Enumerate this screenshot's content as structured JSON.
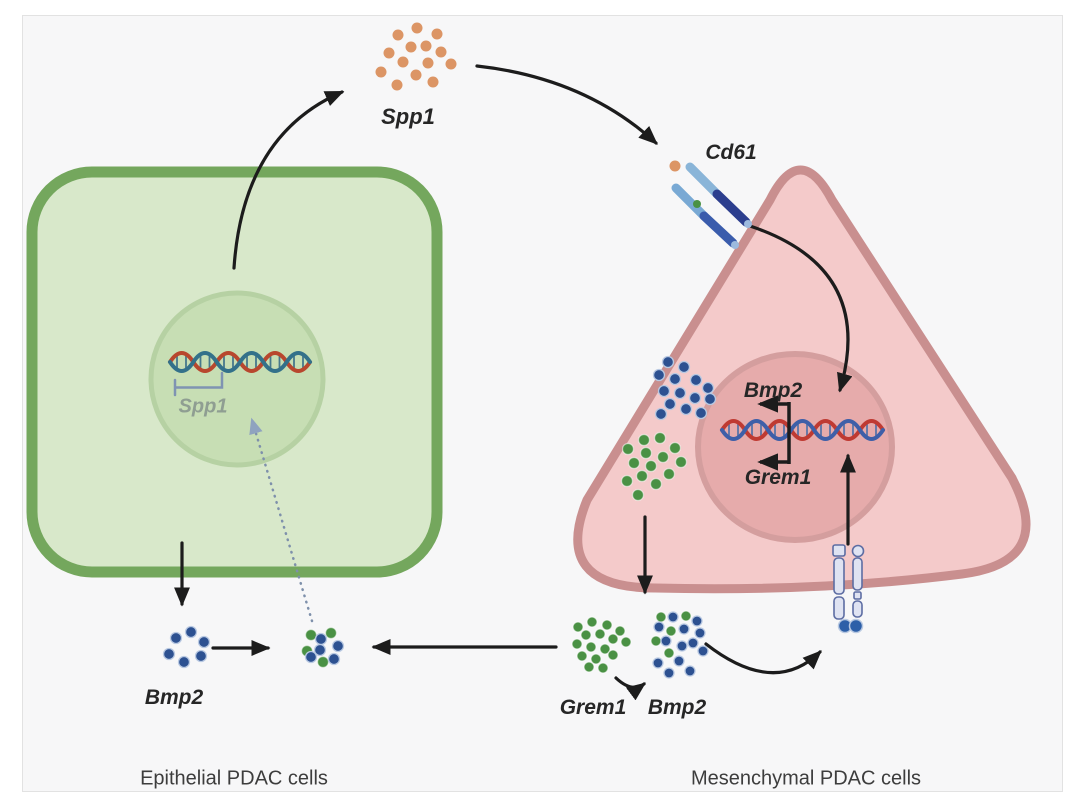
{
  "figure": {
    "cells": {
      "epithelial": {
        "label": "Epithelial PDAC cells",
        "gene": "Spp1",
        "fill": "#d8e8ca",
        "border": "#74a75d",
        "nucleus_fill": "#c7deb4"
      },
      "mesenchymal": {
        "label": "Mesenchymal PDAC cells",
        "receptor": "Cd61",
        "genes": {
          "bmp2": "Bmp2",
          "grem1": "Grem1"
        },
        "fill": "#f4caca",
        "border": "#c98f8f",
        "nucleus_fill": "#e6abab"
      }
    },
    "molecules": {
      "spp1_secreted": "Spp1",
      "bmp2_epithelial": "Bmp2",
      "grem1_secreted": "Grem1",
      "bmp2_mesenchymal": "Bmp2"
    },
    "colors": {
      "spp1_dot": "#dc9565",
      "bmp2_dot": "#2d5191",
      "grem1_dot": "#4a9144",
      "arrow": "#1c1c1c",
      "dotted_feedback_arrow": "#7e90ab",
      "cd61_light_rod": "#8ab5d8",
      "cd61_dark_rod": "#2c3e8e",
      "bmp_receptor_fill": "#dfe3f2",
      "bmp_receptor_outline": "#5d6da3",
      "dna_red_strand": "#bf3a32",
      "dna_blue_strand": "#3e5fa8",
      "dna_teal_strand": "#33718a",
      "panel_bg": "#f7f7f8"
    }
  }
}
